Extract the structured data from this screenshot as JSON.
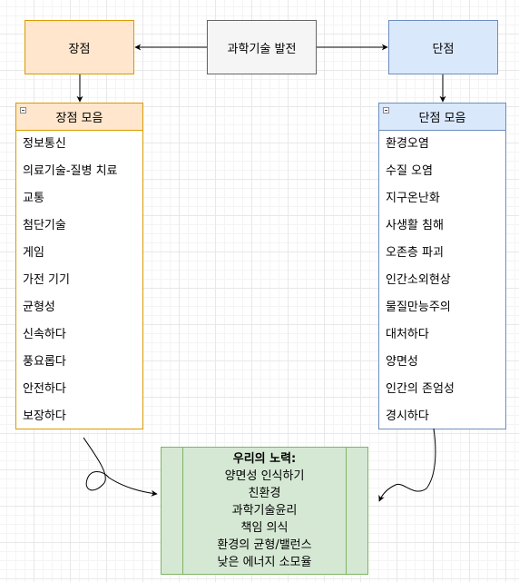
{
  "nodes": {
    "center": "과학기술 발전",
    "pros": "장점",
    "cons": "단점"
  },
  "pros_list": {
    "title": "장점 모음",
    "items": [
      "정보통신",
      "의료기술-질병 치료",
      "교통",
      "첨단기술",
      "게임",
      "가전 기기",
      "균형성",
      "신속하다",
      "풍요롭다",
      "안전하다",
      "보장하다"
    ]
  },
  "cons_list": {
    "title": "단점 모음",
    "items": [
      "환경오염",
      "수질 오염",
      "지구온난화",
      "사생활 침해",
      "오존층 파괴",
      "인간소외현상",
      "물질만능주의",
      "대처하다",
      "양면성",
      "인간의 존엄성",
      "경시하다"
    ]
  },
  "effort": {
    "title": "우리의 노력:",
    "items": [
      "양면성 인식하기",
      "친환경",
      "과학기술윤리",
      "책임 의식",
      "환경의 균형/밸런스",
      "낮은 에너지 소모율"
    ]
  },
  "colors": {
    "pros_fill": "#ffe6cc",
    "pros_stroke": "#d79b00",
    "cons_fill": "#dae8fc",
    "cons_stroke": "#6c8ebf",
    "center_fill": "#f5f5f5",
    "center_stroke": "#666666",
    "effort_fill": "#d5e8d4",
    "effort_stroke": "#82b366"
  }
}
